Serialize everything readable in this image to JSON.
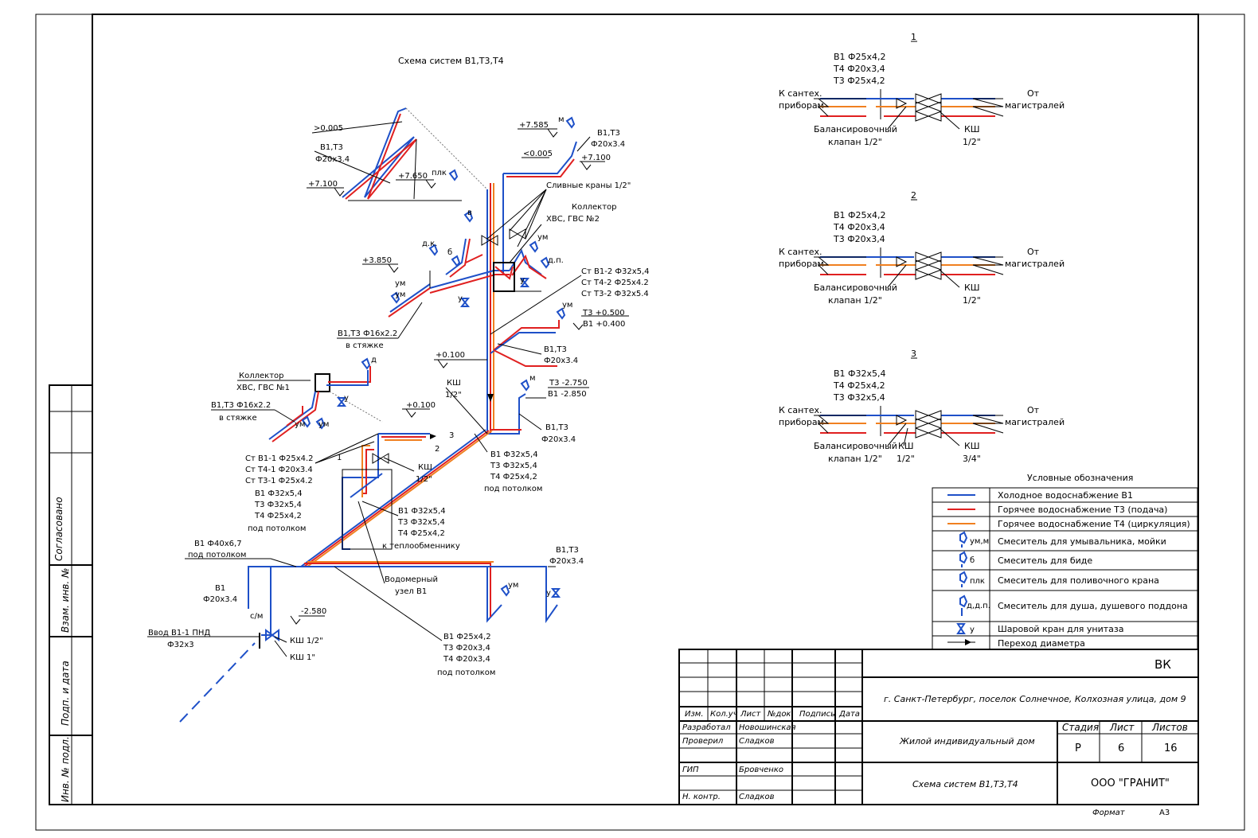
{
  "title": "Схема систем В1,Т3,Т4",
  "side_stamp": [
    "Согласовано",
    "Взам. инв. №",
    "Подп. и дата",
    "Инв. № подл."
  ],
  "main_labels": {
    "lvl_7585": "+7.585",
    "m_top": "м",
    "v1t3_top_r": "В1,Т3",
    "d20_top_r": "Ф20х3.4",
    "lvl_0005_r": "<0.005",
    "lvl_7100_r": "+7.100",
    "lvl_0005_l": ">0.005",
    "v1t3_top_l": "В1,Т3",
    "d20_top_l": "Ф20х3.4",
    "lvl_7650": "+7.650",
    "plk": "плк",
    "lvl_7100_l": "+7.100",
    "drain_valves": "Сливные краны 1/2\"",
    "coll2_a": "Коллектор",
    "coll2_b": "ХВС, ГВС №2",
    "v_fix": "в",
    "um_a": "ум",
    "dk": "д.к.",
    "b_fix": "б",
    "dp": "д.п.",
    "lvl_3850": "+3.850",
    "um_b": "ум",
    "um_c": "ум",
    "u_a": "у",
    "u_b": "у",
    "st_b12": "Ст В1-2  Ф32х5,4",
    "st_t42": "Ст Т4-2  Ф25х4.2",
    "st_t32": "Ст Т3-2  Ф32х5.4",
    "um_d": "ум",
    "t3_0500": "Т3 +0.500",
    "b1_0400": "В1 +0.400",
    "v1t3_screed": "В1,Т3  Ф16х2.2",
    "in_screed": "в стяжке",
    "v1t3_mid": "В1,Т3",
    "d20_mid": "Ф20х3.4",
    "lvl_0100": "+0.100",
    "ksh_mid": "КШ",
    "half_mid": "1/2\"",
    "coll1_a": "Коллектор",
    "coll1_b": "ХВС, ГВС №1",
    "d_fix": "д",
    "m_mid": "м",
    "t3_2750": "Т3  -2.750",
    "b1_2850": "В1  -2.850",
    "v1t3_screed2": "В1,Т3  Ф16х2.2",
    "in_screed2": "в стяжке",
    "u_c": "у",
    "lvl_0100b": "+0.100",
    "um_e": "ум",
    "um_f": "ум",
    "v1t3_r2": "В1,Т3",
    "d20_r2": "Ф20х3.4",
    "mark_3": "3",
    "mark_2": "2",
    "mark_1": "1",
    "b1_325": "В1  Ф32х5,4",
    "t3_325": "Т3  Ф32х5,4",
    "t4_254": "Т4  Ф25х4,2",
    "under_ceiling1": "под потолком",
    "st_b11": "Ст В1-1  Ф25х4.2",
    "st_t41": "Ст Т4-1  Ф20х3.4",
    "st_t31": "Ст Т3-1  Ф25х4.2",
    "b1_325b": "В1  Ф32х5,4",
    "t3_325b": "Т3  Ф32х5,4",
    "t4_254b": "Т4  Ф25х4,2",
    "under_ceiling2": "под потолком",
    "ksh_low": "КШ",
    "half_low": "1/2\"",
    "b1_325c": "В1  Ф32х5,4",
    "t3_325c": "Т3  Ф32х5,4",
    "t4_254c": "Т4  Ф25х4,2",
    "to_hx": "к теплообменнику",
    "b1_406": "В1  Ф40х6,7",
    "under_ceiling3": "под потолком",
    "meter_a": "Водомерный",
    "meter_b": "узел В1",
    "v1t3_low_r": "В1,Т3",
    "d20_low_r": "Ф20х3.4",
    "um_g": "ум",
    "u_d": "у",
    "b1_left": "В1",
    "d20_left": "Ф20х3.4",
    "cm": "с/м",
    "lvl_2580": "-2.580",
    "input_a": "Ввод В1-1 ПНД",
    "input_b": "Ф32х3",
    "ksh_12": "КШ 1/2\"",
    "ksh_1": "КШ 1\"",
    "b1_254": "В1  Ф25х4,2",
    "t3_203": "Т3  Ф20х3,4",
    "t4_203": "Т4  Ф20х3,4",
    "under_ceiling4": "под потолком"
  },
  "details": [
    {
      "num": "1",
      "specs": [
        "В1 Ф25х4,2",
        "Т4  Ф20х3,4",
        "Т3  Ф25х4,2"
      ],
      "left_a": "К сантех.",
      "left_b": "приборам",
      "right_a": "От",
      "right_b": "магистралей",
      "valve_a": "Балансировочный",
      "valve_b": "клапан 1/2\"",
      "ksh_a": "КШ",
      "ksh_b": "1/2\"",
      "extra_a": "",
      "extra_b": ""
    },
    {
      "num": "2",
      "specs": [
        "В1 Ф25х4,2",
        "Т4  Ф20х3,4",
        "Т3  Ф20х3,4"
      ],
      "left_a": "К сантех.",
      "left_b": "приборам",
      "right_a": "От",
      "right_b": "магистралей",
      "valve_a": "Балансировочный",
      "valve_b": "клапан 1/2\"",
      "ksh_a": "КШ",
      "ksh_b": "1/2\"",
      "extra_a": "",
      "extra_b": ""
    },
    {
      "num": "3",
      "specs": [
        "В1 Ф32х5,4",
        "Т4  Ф25х4,2",
        "Т3  Ф32х5,4"
      ],
      "left_a": "К сантех.",
      "left_b": "приборам",
      "right_a": "От",
      "right_b": "магистралей",
      "valve_a": "Балансировочный",
      "valve_b": "клапан 1/2\"",
      "ksh_a": "КШ",
      "ksh_b": "3/4\"",
      "extra_a": "КШ",
      "extra_b": "1/2\""
    }
  ],
  "legend": {
    "title": "Условные обозначения",
    "items": [
      {
        "symbol": "",
        "text": "Холодное водоснабжение В1",
        "color": "#1e50c8"
      },
      {
        "symbol": "",
        "text": "Горячее водоснабжение Т3 (подача)",
        "color": "#e02020"
      },
      {
        "symbol": "",
        "text": "Горячее водоснабжение Т4 (циркуляция)",
        "color": "#f08020"
      },
      {
        "symbol": "ум,м",
        "text": "Смеситель для умывальника, мойки",
        "color": ""
      },
      {
        "symbol": "б",
        "text": "Смеситель для биде",
        "color": ""
      },
      {
        "symbol": "плк",
        "text": "Смеситель для поливочного крана",
        "color": ""
      },
      {
        "symbol": "д,д.п.",
        "text": "Смеситель для душа, душевого поддона",
        "color": ""
      },
      {
        "symbol": "у",
        "text": "Шаровой кран для унитаза",
        "color": ""
      },
      {
        "symbol": "",
        "text": "Переход диаметра",
        "color": ""
      }
    ]
  },
  "title_block": {
    "code": "ВК",
    "address": "г. Санкт-Петербург, поселок Солнечное, Колхозная улица, дом 9",
    "headers": [
      "Изм.",
      "Кол.уч",
      "Лист",
      "№док.",
      "Подпись",
      "Дата"
    ],
    "rows": [
      {
        "role": "Разработал",
        "name": "Новошинская"
      },
      {
        "role": "Проверил",
        "name": "Сладков"
      },
      {
        "role": "",
        "name": ""
      },
      {
        "role": "ГИП",
        "name": "Бровченко"
      },
      {
        "role": "",
        "name": ""
      },
      {
        "role": "Н. контр.",
        "name": "Сладков"
      }
    ],
    "object": "Жилой индивидуальный дом",
    "sheet_title": "Схема систем В1,Т3,Т4",
    "stage_label": "Стадия",
    "sheet_label": "Лист",
    "sheets_label": "Листов",
    "stage": "Р",
    "sheet": "6",
    "sheets": "16",
    "company": "ООО \"ГРАНИТ\"",
    "format_label": "Формат",
    "format": "А3"
  }
}
